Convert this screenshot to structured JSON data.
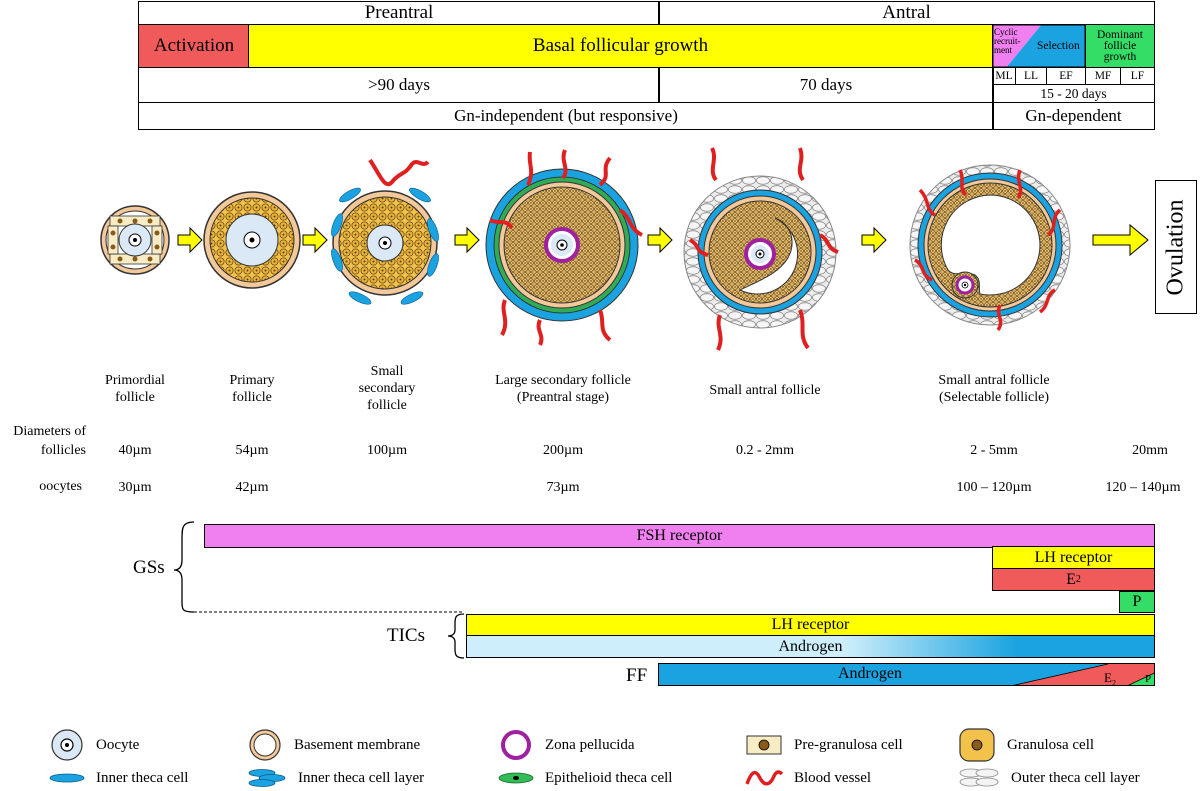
{
  "timeline": {
    "preantral": "Preantral",
    "antral": "Antral",
    "activation": "Activation",
    "basal_growth": "Basal follicular growth",
    "cyclic_recruitment": "Cyclic recruit-ment",
    "selection": "Selection",
    "dominant": "Dominant follicle growth",
    "days_90": ">90 days",
    "days_70": "70 days",
    "phases": [
      "ML",
      "LL",
      "EF",
      "MF",
      "LF"
    ],
    "days_15_20": "15 - 20 days",
    "gn_independent": "Gn-independent (but responsive)",
    "gn_dependent": "Gn-dependent"
  },
  "stages": [
    {
      "label": "Primordial\nfollicle",
      "diameter": "40µm",
      "oocyte": "30µm"
    },
    {
      "label": "Primary\nfollicle",
      "diameter": "54µm",
      "oocyte": "42µm"
    },
    {
      "label": "Small\nsecondary\nfollicle",
      "diameter": "100µm",
      "oocyte": ""
    },
    {
      "label": "Large secondary follicle\n(Preantral stage)",
      "diameter": "200µm",
      "oocyte": "73µm"
    },
    {
      "label": "Small antral follicle",
      "diameter": "0.2 - 2mm",
      "oocyte": ""
    },
    {
      "label": "Small antral follicle\n(Selectable follicle)",
      "diameter": "2 - 5mm",
      "oocyte": "100 – 120µm"
    },
    {
      "label": "",
      "diameter": "20mm",
      "oocyte": "120 – 140µm"
    }
  ],
  "ovulation": "Ovulation",
  "rows": {
    "diameters_label": "Diameters of\nfollicles",
    "oocytes_label": "oocytes"
  },
  "receptors": {
    "gss": "GSs",
    "tics": "TICs",
    "ff": "FF",
    "fsh_receptor": "FSH receptor",
    "lh_receptor_gs": "LH receptor",
    "e2_gs": "E",
    "e2_sub": "2",
    "p_gs": "P",
    "lh_receptor_tic": "LH receptor",
    "androgen_tic": "Androgen",
    "androgen_ff": "Androgen",
    "e2_ff": "E",
    "e2_ff_sub": "2",
    "p_ff": "P"
  },
  "legend": [
    {
      "icon": "oocyte-icon",
      "label": "Oocyte"
    },
    {
      "icon": "basement-membrane-icon",
      "label": "Basement membrane"
    },
    {
      "icon": "zona-pellucida-icon",
      "label": "Zona pellucida"
    },
    {
      "icon": "pre-granulosa-cell-icon",
      "label": "Pre-granulosa cell"
    },
    {
      "icon": "granulosa-cell-icon",
      "label": "Granulosa cell"
    },
    {
      "icon": "inner-theca-cell-icon",
      "label": "Inner theca cell"
    },
    {
      "icon": "inner-theca-layer-icon",
      "label": "Inner theca cell layer"
    },
    {
      "icon": "epithelioid-theca-icon",
      "label": "Epithelioid theca cell"
    },
    {
      "icon": "blood-vessel-icon",
      "label": "Blood vessel"
    },
    {
      "icon": "outer-theca-layer-icon",
      "label": "Outer theca cell layer"
    }
  ],
  "colors": {
    "red": "#f05a5a",
    "yellow": "#ffff00",
    "magenta": "#f080f0",
    "blue": "#1aa3e0",
    "green": "#33dd66",
    "lightblue": "#cdeefa",
    "tan": "#f3c99a",
    "granulosa": "#f2c24a"
  }
}
